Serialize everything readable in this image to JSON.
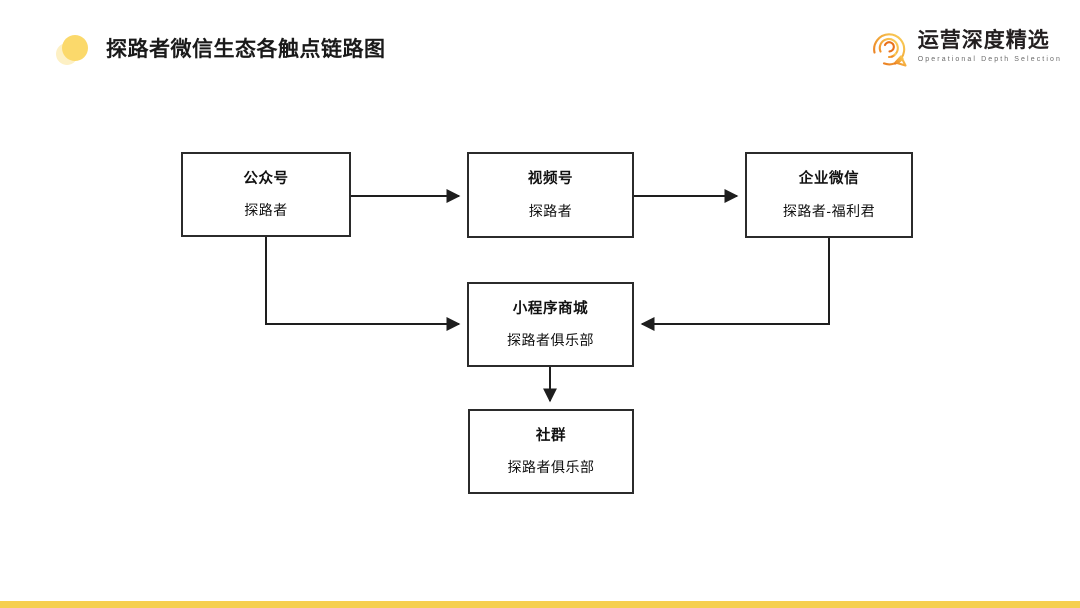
{
  "header": {
    "title": "探路者微信生态各触点链路图",
    "bullet_color": "#fbd96b"
  },
  "logo": {
    "cn_name": "运营深度精选",
    "en_name": "Operational Depth Selection",
    "mark_icon": "circular-swirl-icon",
    "accent_color": "#f2a93b"
  },
  "diagram": {
    "type": "flowchart",
    "nodes": [
      {
        "id": "official-account",
        "title": "公众号",
        "subtitle": "探路者"
      },
      {
        "id": "video-account",
        "title": "视频号",
        "subtitle": "探路者"
      },
      {
        "id": "work-wechat",
        "title": "企业微信",
        "subtitle": "探路者-福利君"
      },
      {
        "id": "mini-program",
        "title": "小程序商城",
        "subtitle": "探路者俱乐部"
      },
      {
        "id": "community",
        "title": "社群",
        "subtitle": "探路者俱乐部"
      }
    ],
    "edges": [
      {
        "from": "official-account",
        "to": "video-account"
      },
      {
        "from": "video-account",
        "to": "work-wechat"
      },
      {
        "from": "official-account",
        "to": "mini-program"
      },
      {
        "from": "work-wechat",
        "to": "mini-program"
      },
      {
        "from": "mini-program",
        "to": "community"
      }
    ]
  },
  "footer": {
    "accent_color": "#f6cf4f"
  }
}
